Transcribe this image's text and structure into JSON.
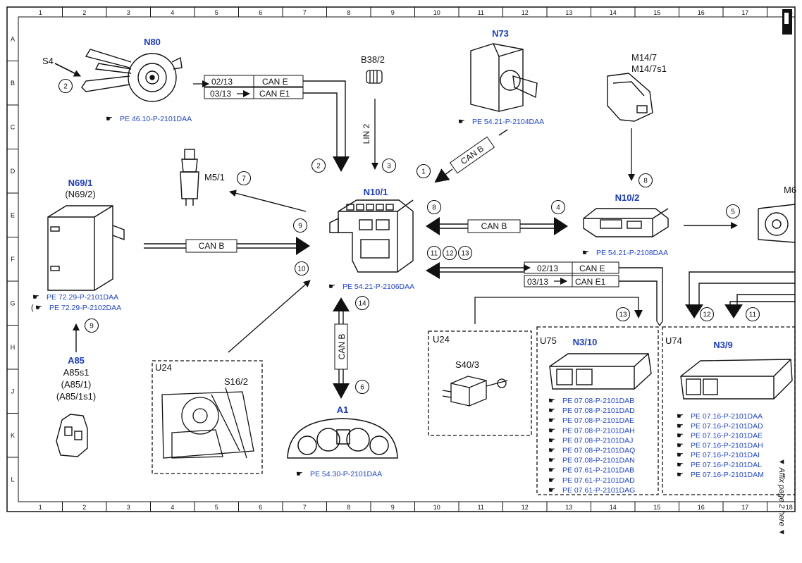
{
  "grid": {
    "columns": [
      "1",
      "2",
      "3",
      "4",
      "5",
      "6",
      "7",
      "8",
      "9",
      "10",
      "11",
      "12",
      "13",
      "14",
      "15",
      "16",
      "17",
      "18"
    ],
    "rows": [
      "A",
      "B",
      "C",
      "D",
      "E",
      "F",
      "G",
      "H",
      "J",
      "K",
      "L"
    ]
  },
  "components": {
    "n80": {
      "code": "N80",
      "ref": "PE 46.10-P-2101DAA"
    },
    "s4": {
      "code": "S4"
    },
    "b38_2": {
      "code": "B38/2"
    },
    "n73": {
      "code": "N73",
      "ref": "PE 54.21-P-2104DAA"
    },
    "m14_7": {
      "code": "M14/7",
      "alt": "M14/7s1"
    },
    "n69_1": {
      "code": "N69/1",
      "alt": "(N69/2)",
      "ref1": "PE 72.29-P-2101DAA",
      "ref2": "PE 72.29-P-2102DAA"
    },
    "m5_1": {
      "code": "M5/1"
    },
    "n10_1": {
      "code": "N10/1",
      "ref": "PE 54.21-P-2106DAA"
    },
    "n10_2": {
      "code": "N10/2",
      "ref": "PE 54.21-P-2108DAA"
    },
    "m6": {
      "code": "M6"
    },
    "a85": {
      "code": "A85",
      "l1": "A85s1",
      "l2": "(A85/1)",
      "l3": "(A85/1s1)"
    },
    "s16_2": {
      "code": "S16/2",
      "box": "U24"
    },
    "a1": {
      "code": "A1",
      "ref": "PE 54.30-P-2101DAA"
    },
    "s40_3": {
      "code": "S40/3",
      "box": "U24"
    },
    "n3_10": {
      "code": "N3/10",
      "box": "U75",
      "refs": [
        "PE 07.08-P-2101DAB",
        "PE 07.08-P-2101DAD",
        "PE 07.08-P-2101DAE",
        "PE 07.08-P-2101DAH",
        "PE 07.08-P-2101DAJ",
        "PE 07.08-P-2101DAQ",
        "PE 07.08-P-2101DAN",
        "PE 07.61-P-2101DAB",
        "PE 07.61-P-2101DAD",
        "PE 07.61-P-2101DAG"
      ]
    },
    "n3_9": {
      "code": "N3/9",
      "box": "U74",
      "refs": [
        "PE 07.16-P-2101DAA",
        "PE 07.16-P-2101DAD",
        "PE 07.16-P-2101DAE",
        "PE 07.16-P-2101DAH",
        "PE 07.16-P-2101DAI",
        "PE 07.16-P-2101DAL",
        "PE 07.16-P-2101DAM"
      ]
    }
  },
  "signals": {
    "can_e": "CAN E",
    "can_e1": "CAN E1",
    "can_b": "CAN B",
    "lin2": "LIN 2",
    "bus1": "02/13",
    "bus2": "03/13"
  },
  "markers": [
    "1",
    "2",
    "3",
    "4",
    "5",
    "6",
    "7",
    "8",
    "9",
    "10",
    "11",
    "12",
    "13",
    "14"
  ],
  "note": "Affix page 2 here",
  "colors": {
    "line": "#111111",
    "label_blue": "#1a3ccc",
    "ref_blue": "#2146d6"
  }
}
